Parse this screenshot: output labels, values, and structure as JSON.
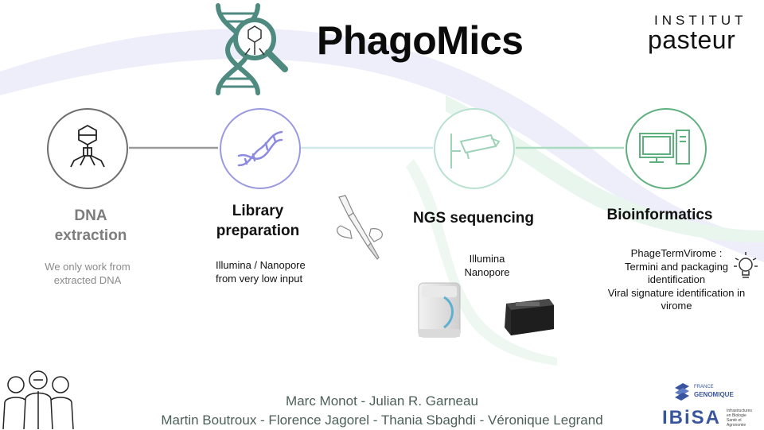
{
  "title": "PhagoMics",
  "institut": {
    "line1": "INSTITUT",
    "line2": "pasteur"
  },
  "stages": [
    {
      "title_lines": [
        "DNA",
        "extraction"
      ],
      "desc_lines": [
        "We only work from",
        "extracted DNA"
      ],
      "icon": "phage-icon"
    },
    {
      "title_lines": [
        "Library",
        "preparation"
      ],
      "desc_lines": [
        "Illumina / Nanopore",
        "from very low input"
      ],
      "icon": "dna-helix-icon"
    },
    {
      "title_lines": [
        "NGS sequencing"
      ],
      "desc_lines": [
        "Illumina",
        "Nanopore"
      ],
      "icon": "sequencer-camera-icon"
    },
    {
      "title_lines": [
        "Bioinformatics"
      ],
      "desc_lines": [
        "PhageTermVirome :",
        "Termini and packaging",
        "identification",
        "Viral signature identification in",
        "virome"
      ],
      "icon": "computer-icon"
    }
  ],
  "credits": {
    "line1": "Marc Monot - Julian R. Garneau",
    "line2": "Martin Boutroux - Florence Jagorel - Thania Sbaghdi - Véronique Legrand"
  },
  "partners": {
    "france_genomique_1": "FRANCE",
    "france_genomique_2": "GENOMIQUE",
    "ibisa": "IBiSA",
    "ibisa_sub": [
      "Infrastructures",
      "en Biologie",
      "Santé et",
      "Agronomie"
    ]
  },
  "colors": {
    "grey": "#6e6e6e",
    "lavender": "#9b99e0",
    "mint": "#8fd3b0",
    "green": "#5fb07f",
    "teal": "#4e8a7f"
  }
}
